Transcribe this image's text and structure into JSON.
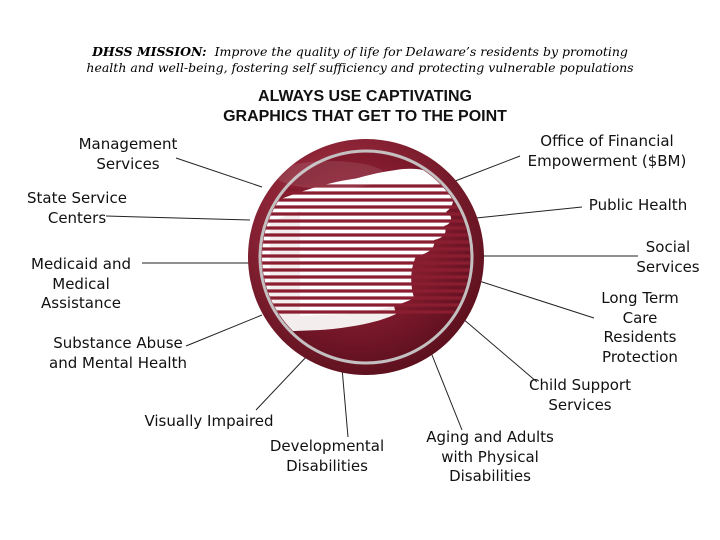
{
  "mission": {
    "prefix": "DHSS MISSION:",
    "line1_rest": "Improve the quality of life for Delaware’s residents by promoting",
    "line2": "health and well-being, fostering self sufficiency and protecting vulnerable populations"
  },
  "headline": {
    "line1": "ALWAYS USE CAPTIVATING",
    "line2": "GRAPHICS THAT GET TO THE POINT"
  },
  "logo": {
    "name": "dhss-seal-logo",
    "colors": {
      "rim": "#6e1524",
      "inner": "#8a1e30",
      "figure": "#ffffff"
    }
  },
  "divisions": {
    "management": [
      "Management",
      "Services"
    ],
    "state_service_centers": [
      "State Service",
      "Centers"
    ],
    "medicaid": [
      "Medicaid and",
      "Medical",
      "Assistance"
    ],
    "substance_abuse": [
      "Substance Abuse",
      "and Mental Health"
    ],
    "visually_impaired": [
      "Visually Impaired"
    ],
    "developmental": [
      "Developmental",
      "Disabilities"
    ],
    "aging": [
      "Aging and Adults",
      "with Physical",
      "Disabilities"
    ],
    "child_support": [
      "Child Support",
      "Services"
    ],
    "long_term_care": [
      "Long Term",
      "Care",
      "Residents",
      "Protection"
    ],
    "social_services": [
      "Social",
      "Services"
    ],
    "public_health": [
      "Public Health"
    ],
    "financial_empowerment": [
      "Office of Financial",
      "Empowerment ($BM)"
    ]
  }
}
